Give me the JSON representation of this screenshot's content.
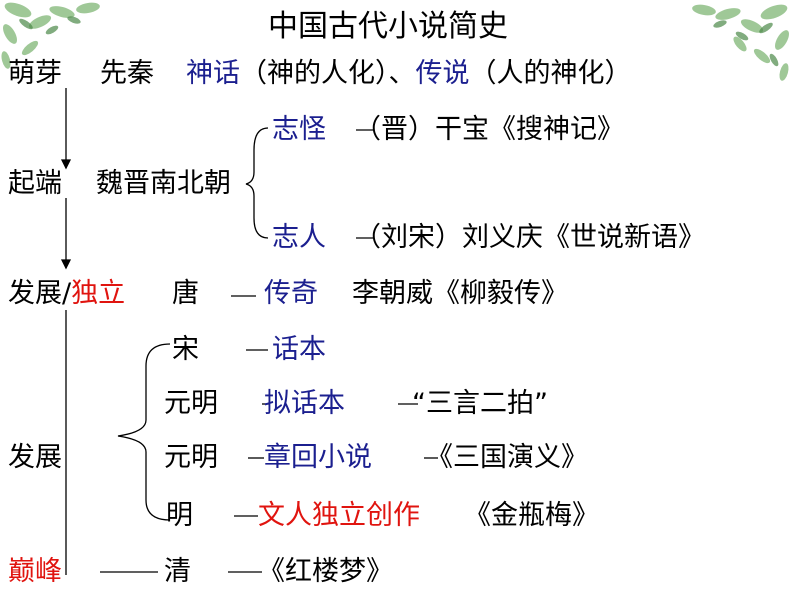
{
  "title": "中国古代小说简史",
  "stages": {
    "sprout": {
      "label": "萌芽",
      "period": "先秦",
      "myth": "神话",
      "myth_note": "（神的人化）",
      "sep": "、",
      "legend": "传说",
      "legend_note": "（人的神化）"
    },
    "origin": {
      "label": "起端",
      "period": "魏晋南北朝",
      "zhiguai": "志怪",
      "zhiguai_work": "（晋）干宝《搜神记》",
      "zhiren": "志人",
      "zhiren_work": "（刘宋）刘义庆《世说新语》"
    },
    "independent": {
      "label_a": "发展/",
      "label_b": "独立",
      "period": "唐",
      "genre": "传奇",
      "work": "李朝威《柳毅传》"
    },
    "development": {
      "label": "发展",
      "rows": [
        {
          "period": "宋",
          "genre": "话本",
          "work": ""
        },
        {
          "period": "元明",
          "genre": "拟话本",
          "work": "“三言二拍”"
        },
        {
          "period": "元明",
          "genre": "章回小说",
          "work": "《三国演义》"
        },
        {
          "period": "明",
          "genre": "文人独立创作",
          "work": "《金瓶梅》"
        }
      ]
    },
    "peak": {
      "label": "巅峰",
      "period": "清",
      "work": "《红楼梦》"
    }
  },
  "colors": {
    "genre_blue": "#1b1f8f",
    "highlight_red": "#e0140f",
    "leaf_green": "#7fb07a"
  },
  "decorations": [
    "leaf-branch-top-left",
    "leaf-branch-top-right"
  ]
}
